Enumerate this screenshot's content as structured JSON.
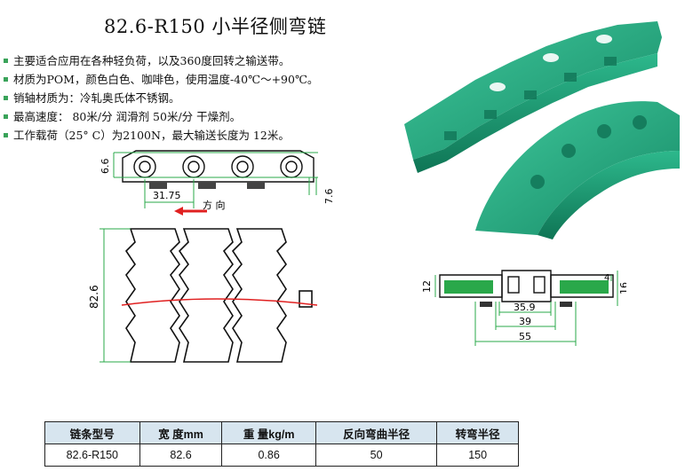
{
  "title": "82.6-R150 小半径侧弯链",
  "bullets": [
    "主要适合应用在各种轻负荷，以及360度回转之输送带。",
    "材质为POM，颜色白色、咖啡色，使用温度-40℃～+90℃。",
    "销轴材质为：冷轧奥氏体不锈钢。",
    "最高速度： 80米/分 润滑剂     50米/分 干燥剂。",
    "工作载荷（25° C）为2100N，最大输送长度为 12米。"
  ],
  "side_view": {
    "dim_height": "6.6",
    "dim_pitch": "31.75",
    "dim_thickness": "7.6",
    "direction_label": "方 向"
  },
  "top_view": {
    "dim_width": "82.6"
  },
  "cross_section": {
    "dim_12": "12",
    "dim_4": "4",
    "dim_16": "16",
    "dim_35_9": "35.9",
    "dim_39": "39",
    "dim_55": "55"
  },
  "table": {
    "headers": [
      "链条型号",
      "宽 度mm",
      "重 量kg/m",
      "反向弯曲半径",
      "转弯半径"
    ],
    "rows": [
      [
        "82.6-R150",
        "82.6",
        "0.86",
        "50",
        "150"
      ]
    ]
  },
  "colors": {
    "chain_green": "#1fa37c",
    "bullet_green": "#3aa35a",
    "dim_green": "#2aa84a",
    "arrow_red": "#e02020",
    "table_header": "#d7e5ef"
  }
}
